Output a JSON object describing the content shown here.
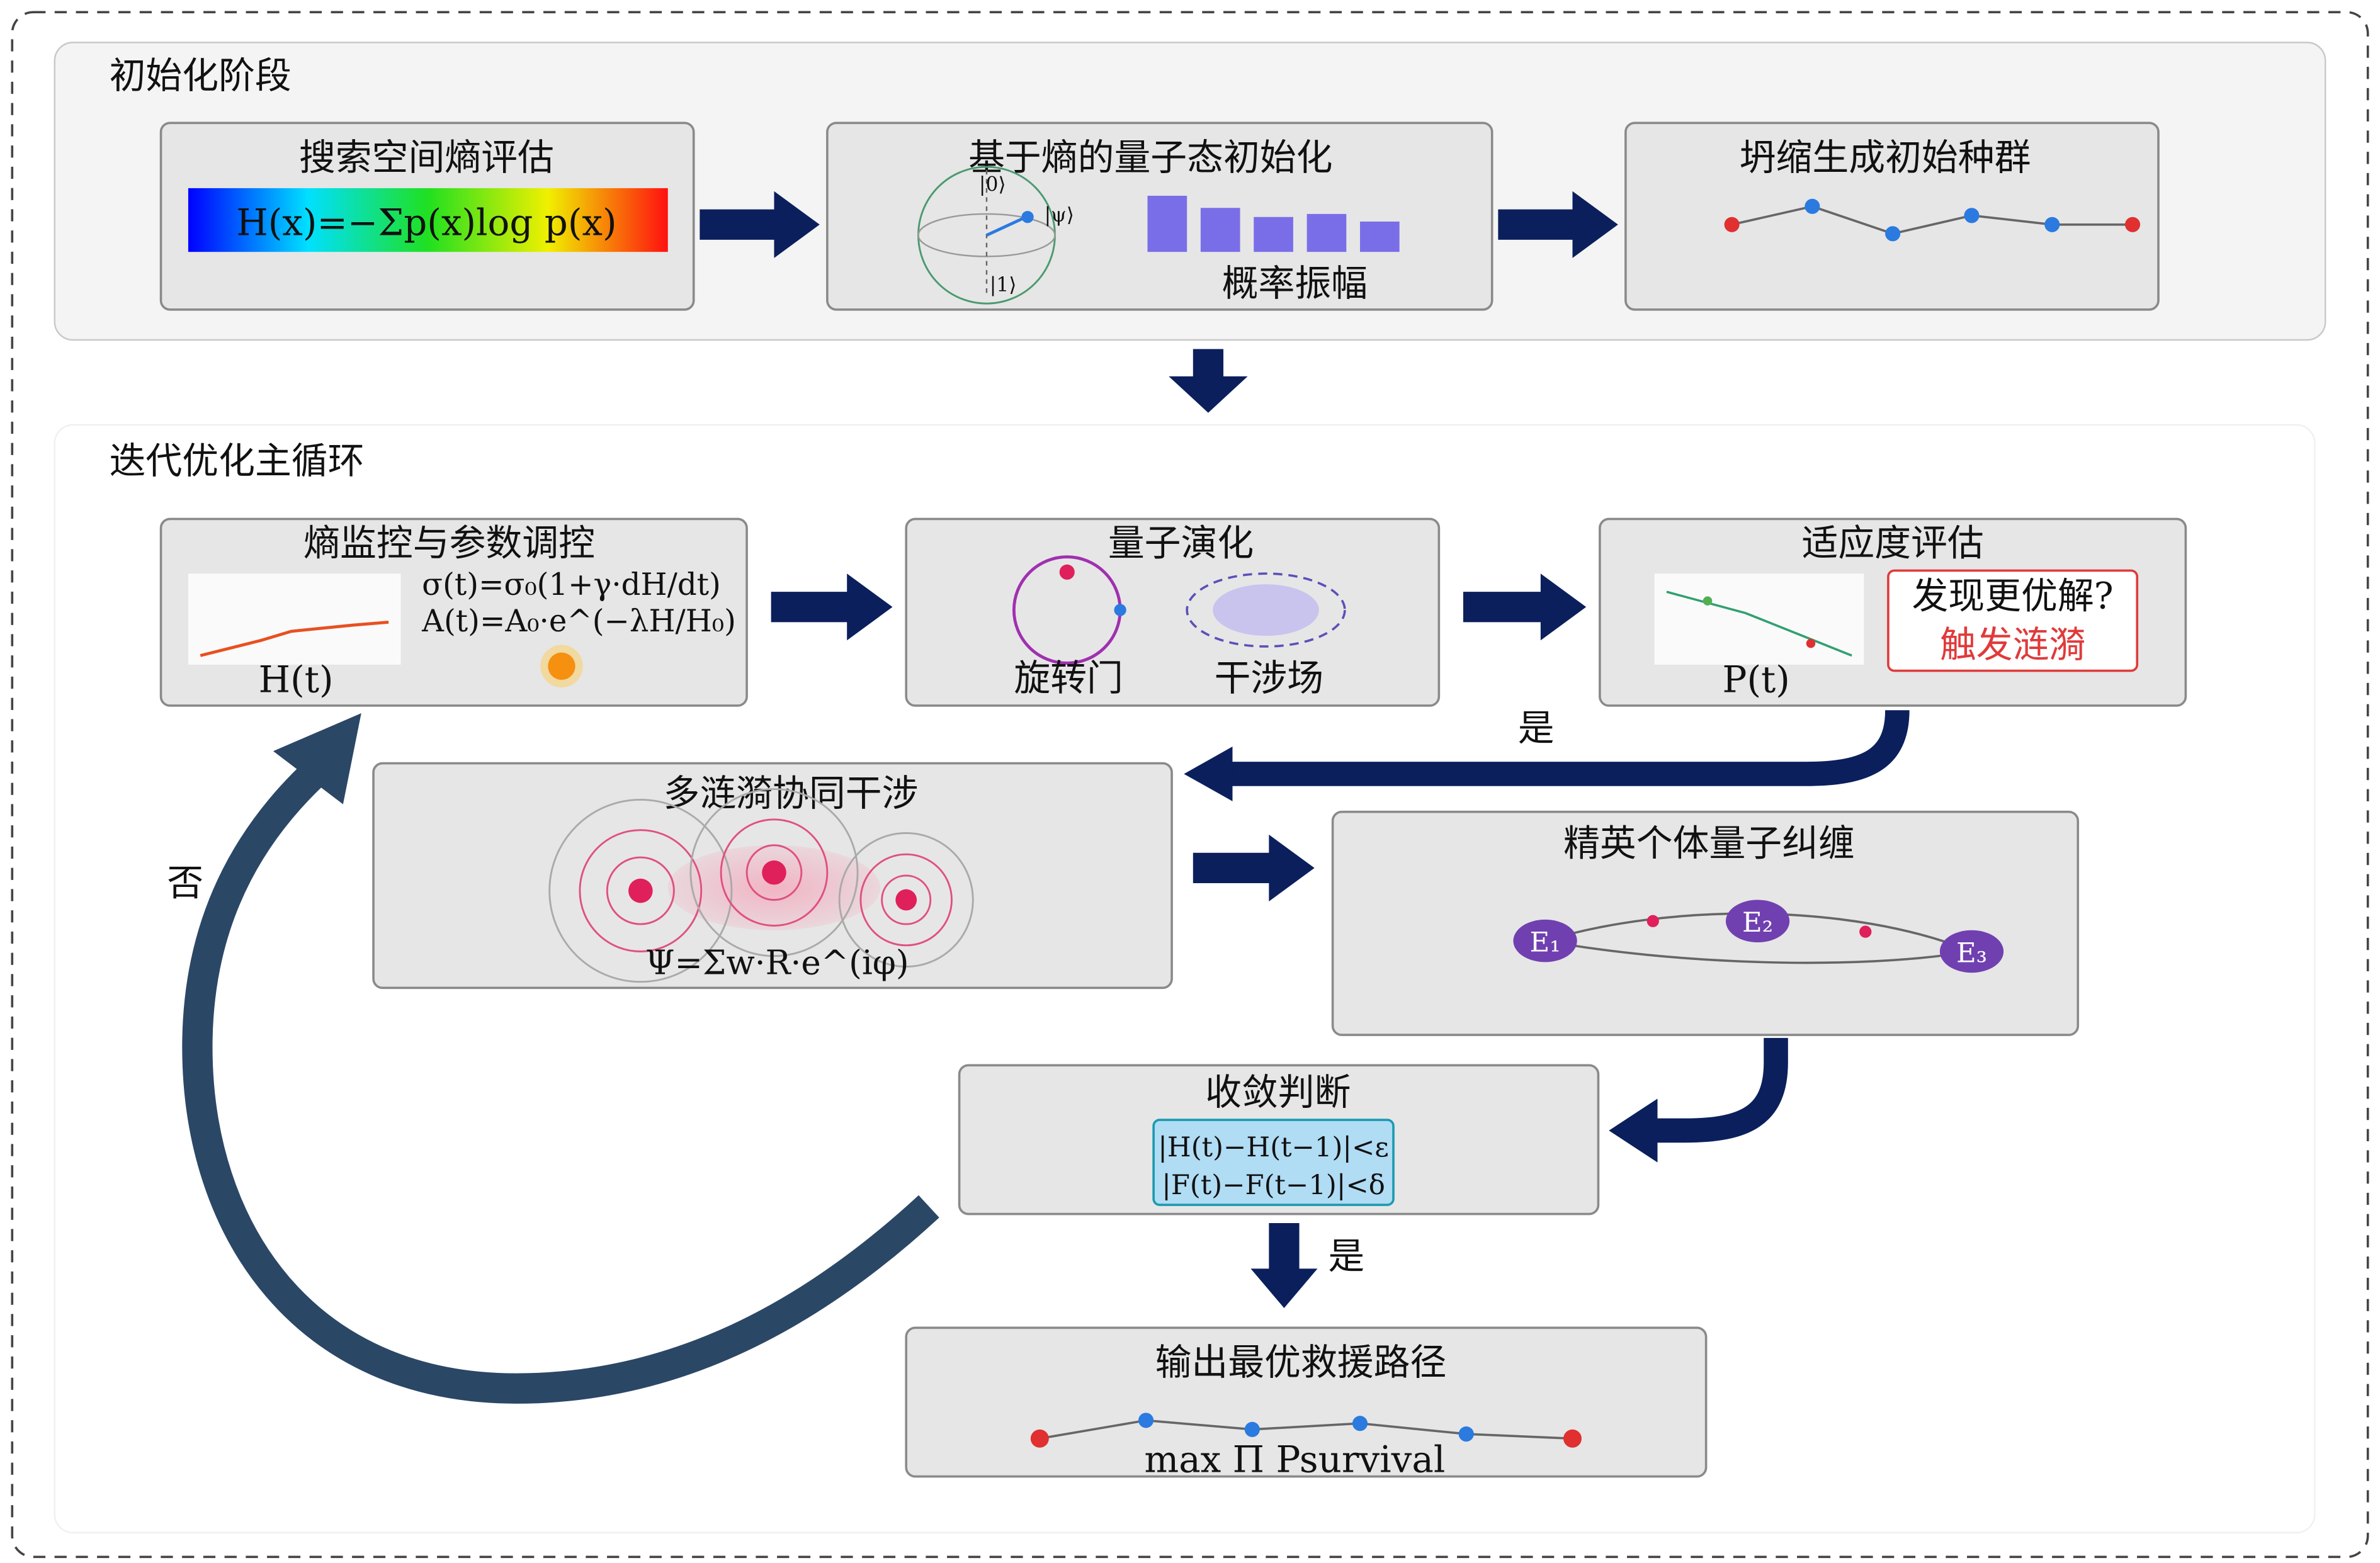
{
  "init": {
    "label": "初始化阶段",
    "entropy_box": {
      "title": "搜索空间熵评估",
      "formula": "H(x)=−Σp(x)log p(x)"
    },
    "quantum_init_box": {
      "title": "基于熵的量子态初始化",
      "ket0": "|0⟩",
      "ket1": "|1⟩",
      "ketpsi": "|ψ⟩",
      "amp_label": "概率振幅"
    },
    "collapse_box": {
      "title": "坍缩生成初始种群"
    }
  },
  "loop": {
    "label": "迭代优化主循环",
    "monitor_box": {
      "title": "熵监控与参数调控",
      "formula1": "σ(t)=σ₀(1+γ·dH/dt)",
      "formula2": "A(t)=A₀·e^(−λH/H₀)",
      "chart_label": "H(t)"
    },
    "evolution_box": {
      "title": "量子演化",
      "rotation_label": "旋转门",
      "interference_label": "干涉场"
    },
    "fitness_box": {
      "title": "适应度评估",
      "chart_label": "P(t)",
      "alert_line1": "发现更优解?",
      "alert_line2": "触发涟漪"
    },
    "yes1": "是",
    "ripple_box": {
      "title": "多涟漪协同干涉",
      "formula": "Ψ=Σw·R·e^(iφ)"
    },
    "entangle_box": {
      "title": "精英个体量子纠缠",
      "e1": "E₁",
      "e2": "E₂",
      "e3": "E₃"
    },
    "convergence_box": {
      "title": "收敛判断",
      "cond1": "|H(t)−H(t−1)|<ε",
      "cond2": "|F(t)−F(t−1)|<δ"
    },
    "yes2": "是",
    "no": "否",
    "output_box": {
      "title": "输出最优救援路径",
      "formula": "max Π Psurvival"
    }
  },
  "colors": {
    "arrow": "#0b1f5c",
    "loop_arrow": "#2b4766",
    "alert": "#e03a3a",
    "box": "#e6e6e6"
  }
}
